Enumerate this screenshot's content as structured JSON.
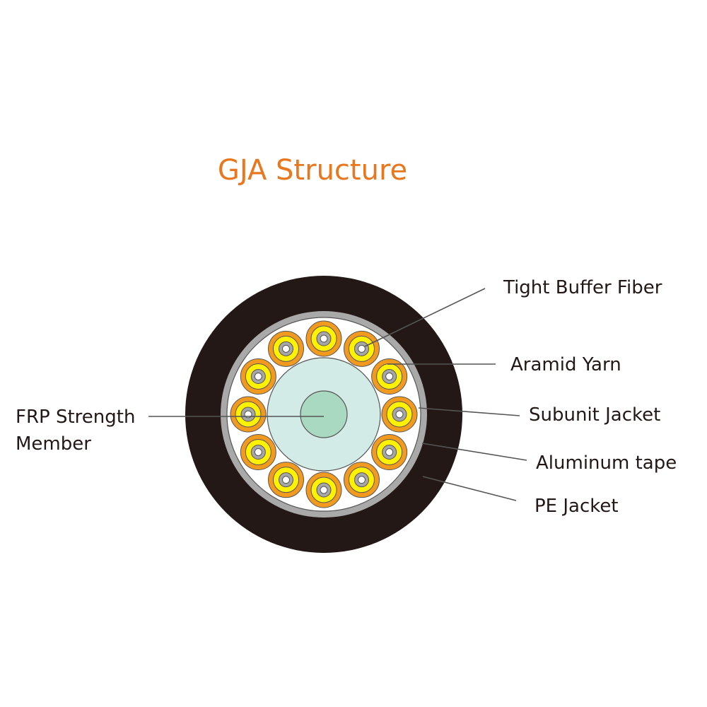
{
  "title": "GJA Structure",
  "labels": {
    "tight_buffer_fiber": "Tight Buffer Fiber",
    "aramid_yarn": "Aramid Yarn",
    "subunit_jacket": "Subunit Jacket",
    "aluminum_tape": "Aluminum tape",
    "pe_jacket": "PE Jacket",
    "frp_line1": "FRP Strength",
    "frp_line2": "Member"
  },
  "subunit_count": 12,
  "colors": {
    "title": "#e8771e",
    "pe_jacket": "#231815",
    "aluminum_tape": "#a9a9a9",
    "aramid_yarn": "#ffffff",
    "central_sheath": "#d3ebe6",
    "frp_core": "#a9d9c0",
    "subunit_jacket": "#f29a1f",
    "tight_buffer": "#fff200",
    "fiber_coating": "#a6a6a6",
    "fiber_core": "#ffffff",
    "leader_line": "#555555"
  }
}
